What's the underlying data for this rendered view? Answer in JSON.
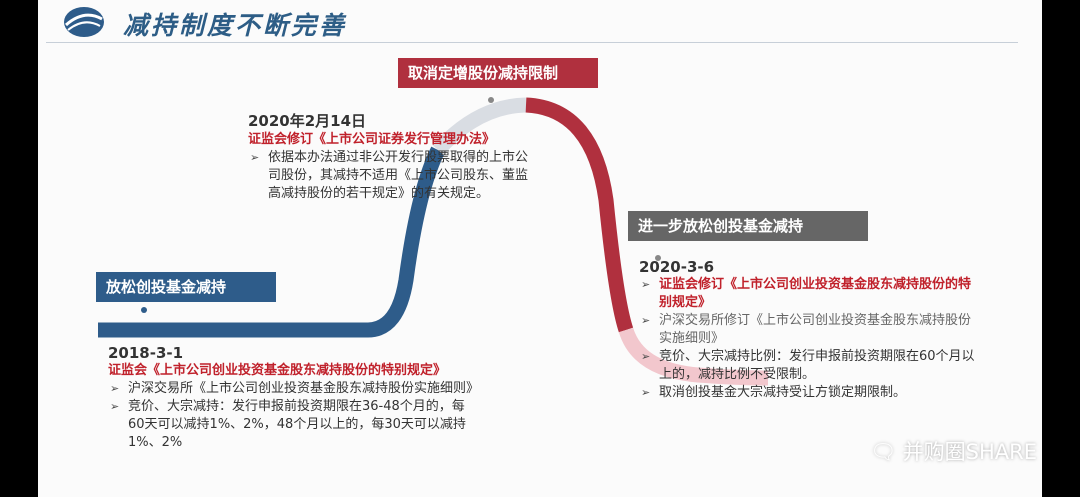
{
  "header": {
    "title": "减持制度不断完善"
  },
  "banners": {
    "top": "取消定增股份减持限制",
    "left": "放松创投基金减持",
    "right": "进一步放松创投基金减持"
  },
  "event_2020_02": {
    "date": "2020年2月14日",
    "title": "证监会修订《上市公司证券发行管理办法》",
    "points": [
      "依据本办法通过非公开发行股票取得的上市公司股份，其减持不适用《上市公司股东、董监高减持股份的若干规定》的有关规定。"
    ]
  },
  "event_2018": {
    "date": "2018-3-1",
    "title": "证监会《上市公司创业投资基金股东减持股份的特别规定》",
    "points": [
      "沪深交易所《上市公司创业投资基金股东减持股份实施细则》",
      "竞价、大宗减持：发行申报前投资期限在36-48个月的，每60天可以减持1%、2%，48个月以上的，每30天可以减持1%、2%"
    ]
  },
  "event_2020_03": {
    "date": "2020-3-6",
    "points": [
      "证监会修订《上市公司创业投资基金股东减持股份的特别规定》",
      "沪深交易所修订《上市公司创业投资基金股东减持股份实施细则》",
      "竞价、大宗减持比例：发行申报前投资期限在60个月以上的，减持比例不受限制。",
      "取消创投基金大宗减持受让方锁定期限制。"
    ]
  },
  "watermark": "并购圈SHARE",
  "colors": {
    "blue": "#2e5c8a",
    "red": "#b0303e",
    "gray": "#666666"
  }
}
